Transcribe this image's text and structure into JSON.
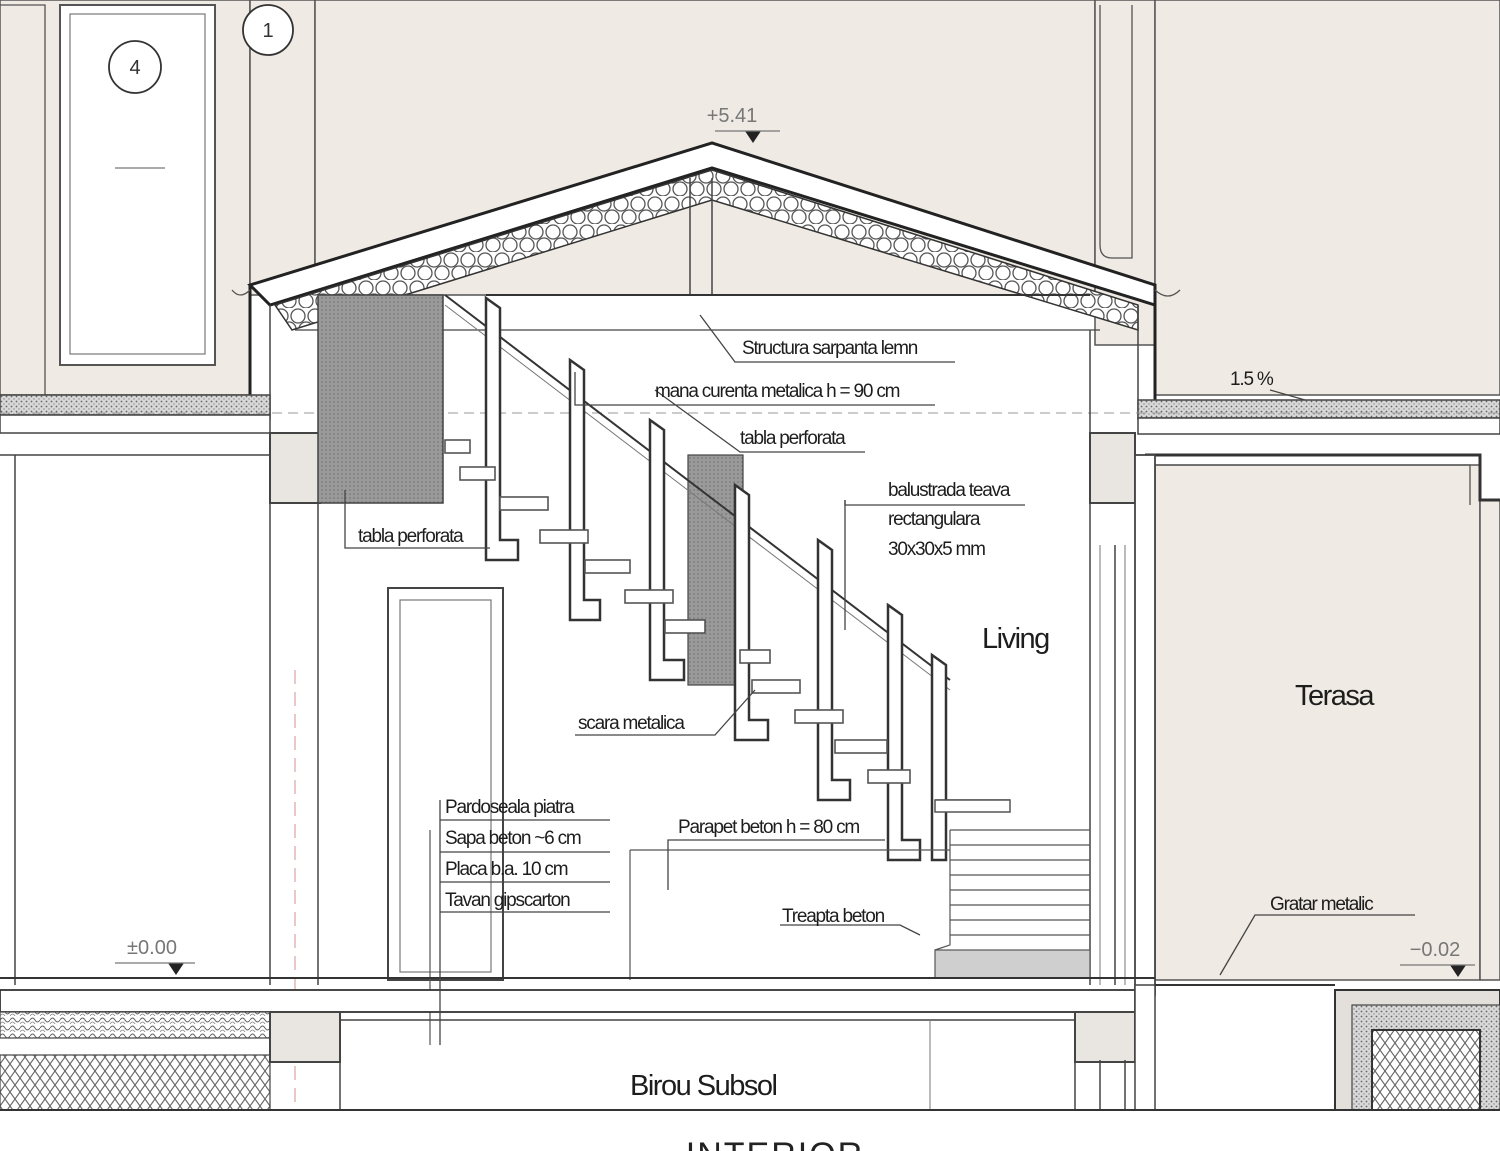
{
  "drawing": {
    "level_marks": {
      "roof": "+5.41",
      "ground": "±0.00",
      "terrace": "−0.02"
    },
    "slope": "1.5 %",
    "grid_markers": [
      "4",
      "1"
    ],
    "notes": {
      "roof_structure": "Structura sarpanta lemn",
      "handrail": "mana curenta metalica h = 90 cm",
      "perforated_panel_upper": "tabla perforata",
      "perforated_panel_left": "tabla perforata",
      "balustrade": [
        "balustrada teava",
        "rectangulara",
        "30x30x5 mm"
      ],
      "stair": "scara metalica",
      "floor_layers": [
        "Pardoseala piatra",
        "Sapa beton ~6 cm",
        "Placa b.a. 10 cm",
        "Tavan gipscarton"
      ],
      "parapet": "Parapet beton h = 80 cm",
      "concrete_step": "Treapta beton",
      "metal_grate": "Gratar metalic"
    },
    "rooms": {
      "living": "Living",
      "terrace": "Terasa",
      "basement": "Birou Subsol"
    },
    "caption": "INTERIOR"
  },
  "colors": {
    "wall_fill": "#efeae3",
    "line": "#222222",
    "perforated": "#8d8d8d"
  }
}
